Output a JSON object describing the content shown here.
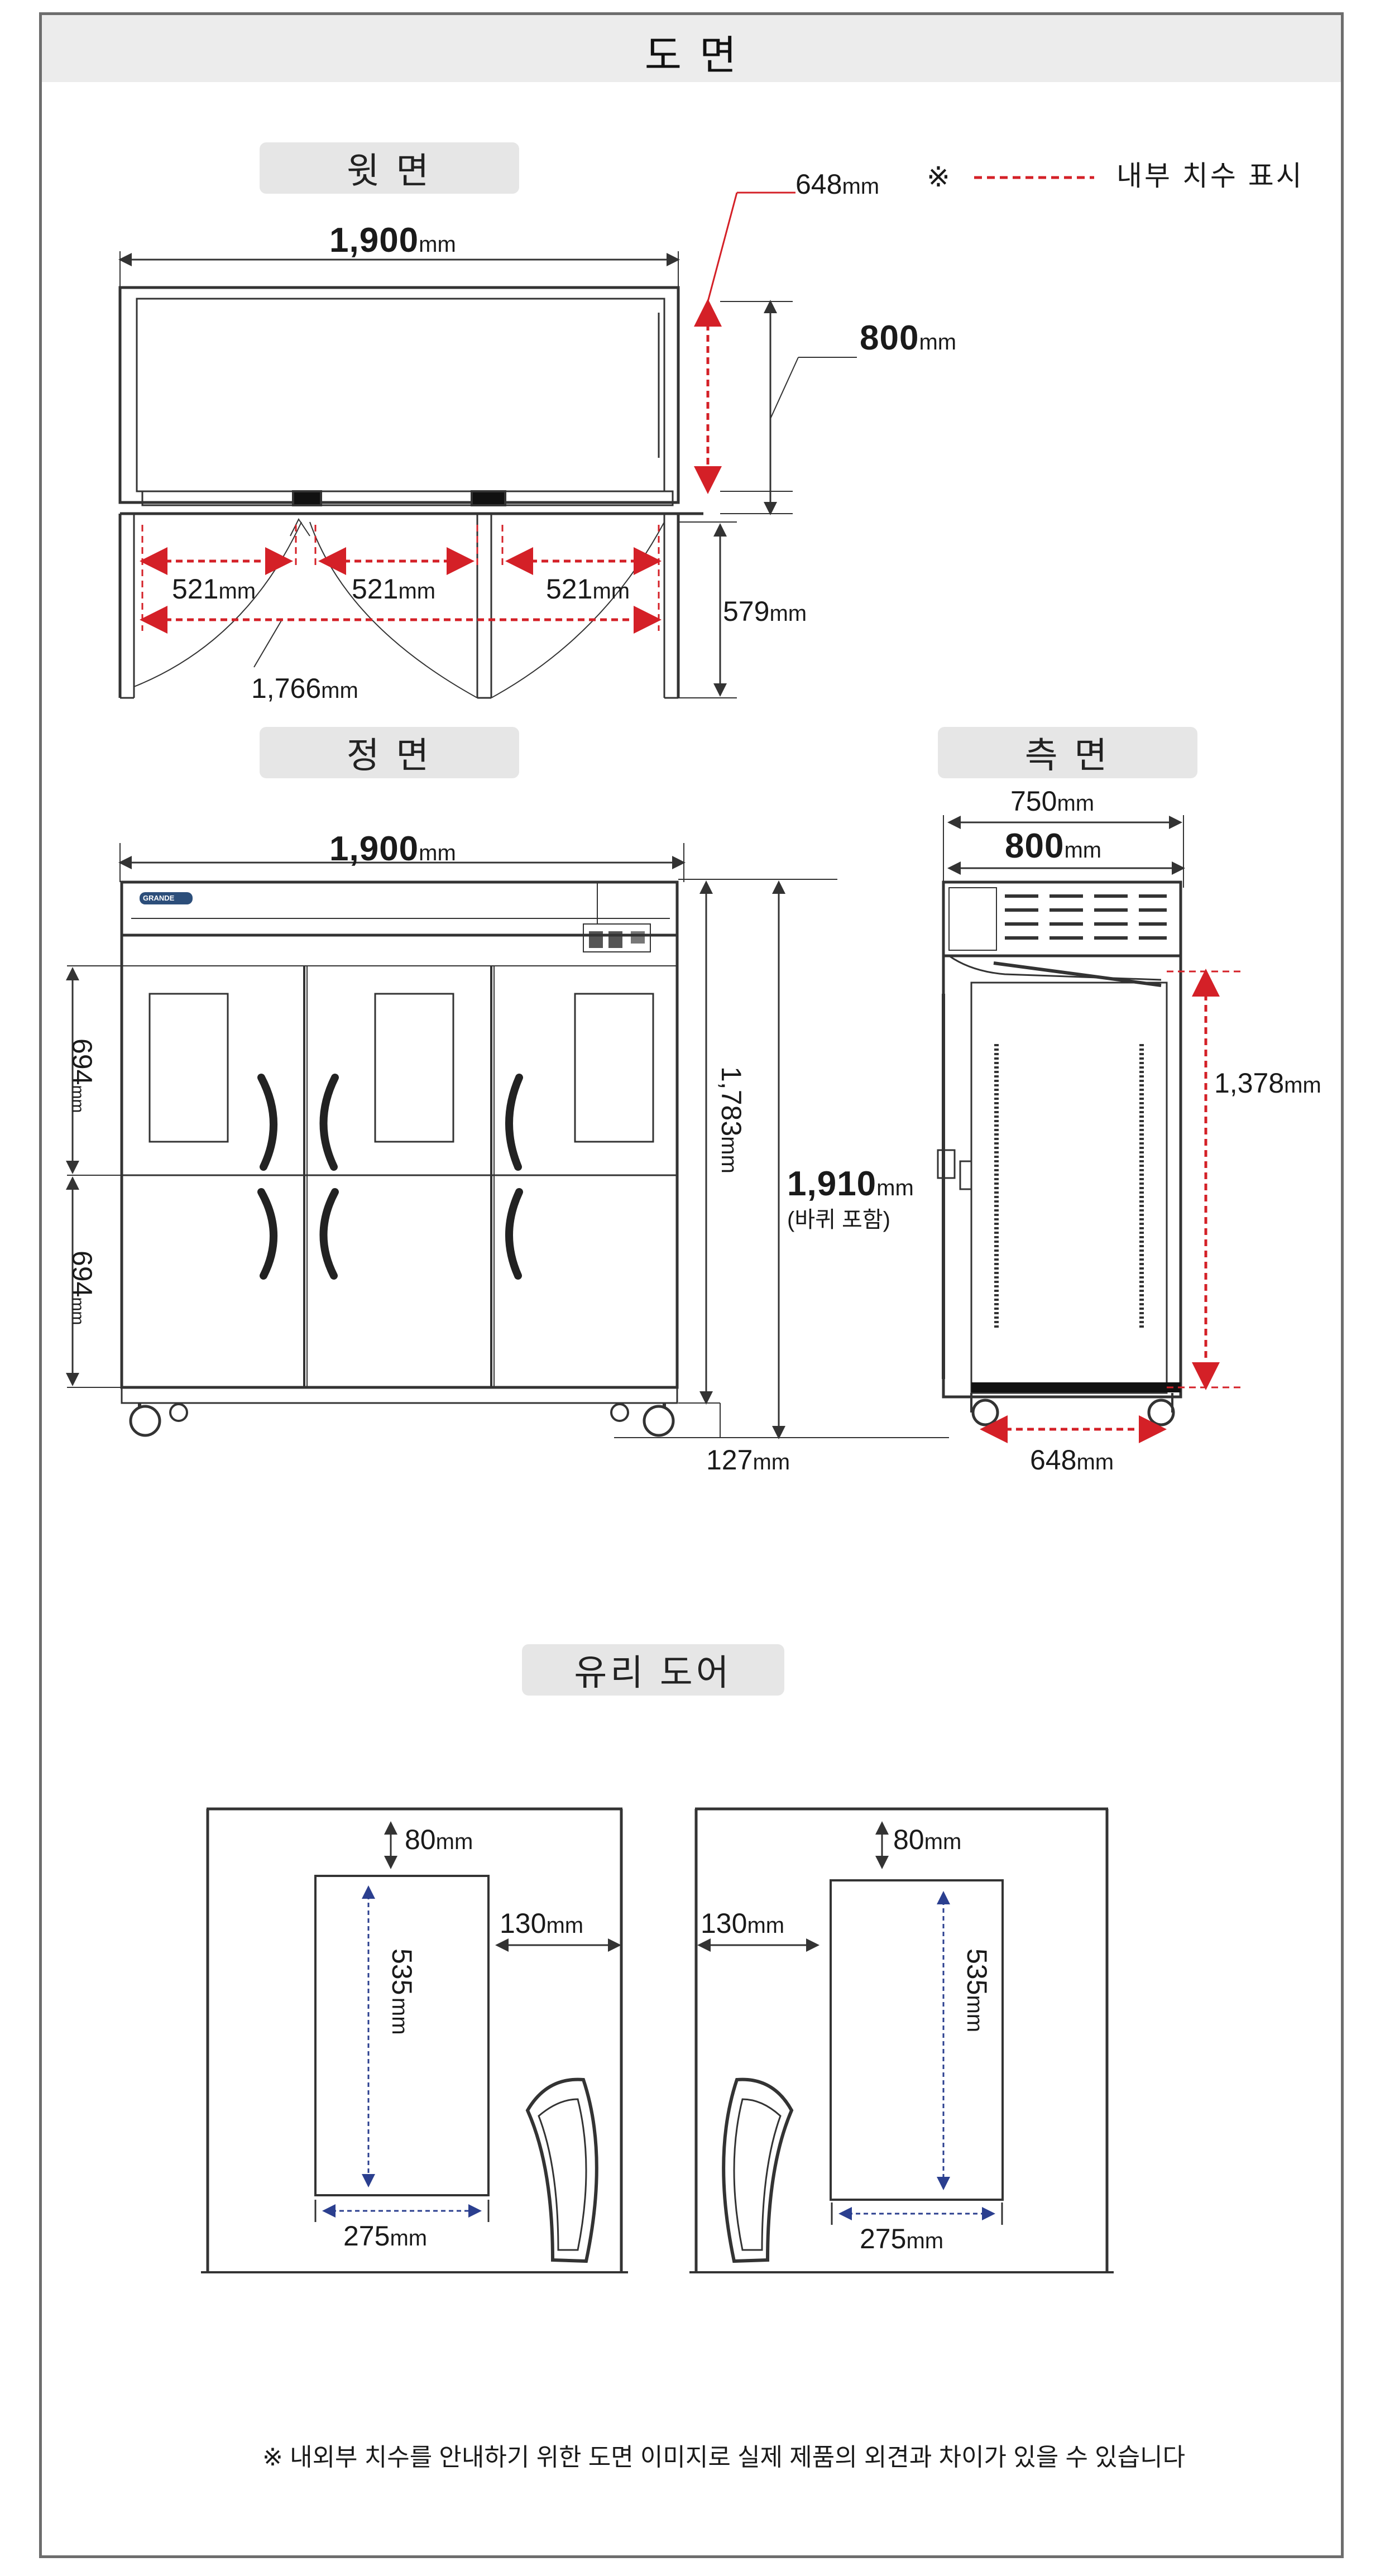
{
  "title": "도 면",
  "sections": {
    "top": "윗 면",
    "front": "정 면",
    "side": "측 면",
    "glass": "유리 도어"
  },
  "legend": {
    "mark": "※",
    "text": "내부 치수 표시"
  },
  "top_view": {
    "width": "1,900",
    "depth_inner": "648",
    "depth": "800",
    "door_gap": "579",
    "door1": "521",
    "door2": "521",
    "door3": "521",
    "inner_width": "1,766"
  },
  "front_view": {
    "width": "1,900",
    "door_upper": "694",
    "door_lower": "694",
    "body_height": "1,783",
    "total_height": "1,910",
    "total_note": "(바퀴 포함)",
    "wheel": "127",
    "brand": "GRANDE"
  },
  "side_view": {
    "depth_a": "750",
    "depth_b": "800",
    "inner_height": "1,378",
    "inner_depth": "648"
  },
  "glass_left": {
    "top": "80",
    "side": "130",
    "height": "535",
    "width": "275"
  },
  "glass_right": {
    "top": "80",
    "side": "130",
    "height": "535",
    "width": "275"
  },
  "unit": "mm",
  "footnote": "※ 내외부 치수를 안내하기 위한 도면 이미지로 실제 제품의 외견과 차이가 있을 수 있습니다",
  "colors": {
    "inner_dim": "#d42027",
    "glass_dim": "#2b3f8f",
    "line": "#333333"
  }
}
